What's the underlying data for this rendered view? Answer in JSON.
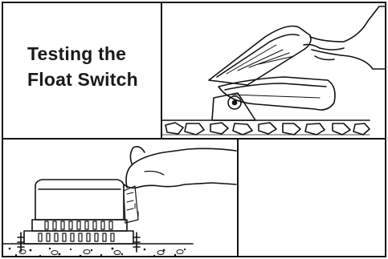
{
  "title": {
    "line1": "Testing the",
    "line2": "Float Switch"
  },
  "colors": {
    "ink": "#111111",
    "background": "#ffffff"
  },
  "illustrations": {
    "top_right": "float-switch-raised-by-hand-icon",
    "bottom_left": "pump-with-hand-lifting-float-icon",
    "bottom_right": "empty-panel"
  }
}
